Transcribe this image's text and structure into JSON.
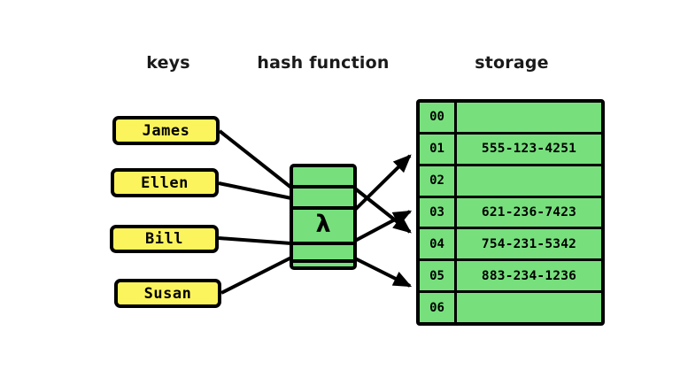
{
  "diagram": {
    "title": "hash table diagram",
    "background": "#ffffff"
  },
  "headings": {
    "keys": "keys",
    "hash_function": "hash function",
    "storage": "storage"
  },
  "colors": {
    "key_box_fill": "#fcf45c",
    "storage_fill": "#77e07d",
    "hash_fill": "#77e07d",
    "stroke": "#000000",
    "text": "#000000"
  },
  "keys": [
    {
      "label": "James"
    },
    {
      "label": "Ellen"
    },
    {
      "label": "Bill"
    },
    {
      "label": "Susan"
    }
  ],
  "hash_function": {
    "symbol": "λ"
  },
  "storage": {
    "rows": [
      {
        "index": "00",
        "value": ""
      },
      {
        "index": "01",
        "value": "555-123-4251"
      },
      {
        "index": "02",
        "value": ""
      },
      {
        "index": "03",
        "value": "621-236-7423"
      },
      {
        "index": "04",
        "value": "754-231-5342"
      },
      {
        "index": "05",
        "value": "883-234-1236"
      },
      {
        "index": "06",
        "value": ""
      }
    ]
  },
  "mappings": [
    {
      "key": "James",
      "target_index": "03"
    },
    {
      "key": "Ellen",
      "target_index": "04"
    },
    {
      "key": "Bill",
      "target_index": "01"
    },
    {
      "key": "Susan",
      "target_index": "05"
    }
  ]
}
